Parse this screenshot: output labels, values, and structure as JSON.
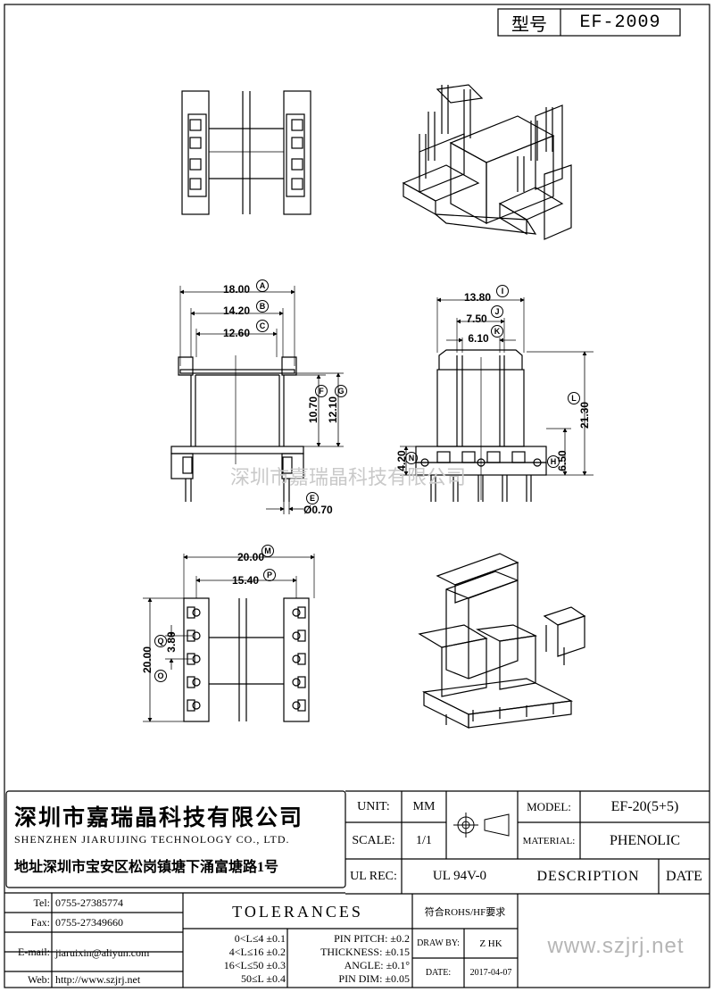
{
  "header": {
    "model_label": "型号",
    "model_value": "EF-2009"
  },
  "watermark": "深圳市嘉瑞晶科技有限公司",
  "dimensions": {
    "front": {
      "A": "18.00",
      "B": "14.20",
      "C": "12.60",
      "E": "Ø0.70",
      "F": "10.70",
      "G": "12.10"
    },
    "side": {
      "I": "13.80",
      "J": "7.50",
      "K": "6.10",
      "L": "21.30",
      "N": "4.20",
      "H": "6.50"
    },
    "bottom": {
      "M": "20.00",
      "P": "15.40",
      "Q": "20.00",
      "O": "3.80"
    },
    "letters": {
      "A": "A",
      "B": "B",
      "C": "C",
      "E": "E",
      "F": "F",
      "G": "G",
      "I": "I",
      "J": "J",
      "K": "K",
      "L": "L",
      "N": "N",
      "H": "H",
      "M": "M",
      "P": "P",
      "Q": "Q",
      "O": "O"
    }
  },
  "title_block": {
    "company_cn": "深圳市嘉瑞晶科技有限公司",
    "company_en": "SHENZHEN JIARUIJING TECHNOLOGY CO., LTD.",
    "address": "地址深圳市宝安区松岗镇塘下涌富塘路1号",
    "unit_label": "UNIT:",
    "unit_value": "MM",
    "scale_label": "SCALE:",
    "scale_value": "1/1",
    "ulrec_label": "UL REC:",
    "ulrec_value": "UL 94V-0",
    "model_label": "MODEL:",
    "model_value": "EF-20(5+5)",
    "material_label": "MATERIAL:",
    "material_value": "PHENOLIC",
    "description_label": "DESCRIPTION",
    "date_label": "DATE",
    "tel_label": "Tel:",
    "tel_value": "0755-27385774",
    "fax_label": "Fax:",
    "fax_value": "0755-27349660",
    "email_label": "E-mail:",
    "email_value": "jiaruixin@aliyun.com",
    "web_label": "Web:",
    "web_value": "http://www.szjrj.net",
    "tolerances_title": "TOLERANCES",
    "tol1": "0<L≤4  ±0.1",
    "tol2": "4<L≤16  ±0.2",
    "tol3": "16<L≤50  ±0.3",
    "tol4": "50≤L  ±0.4",
    "pin_pitch": "PIN PITCH: ±0.2",
    "thickness": "THICKNESS: ±0.15",
    "angle": "ANGLE: ±0.1°",
    "pin_dim": "PIN DIM: ±0.05",
    "rohs": "符合ROHS/HF要求",
    "drawby_label": "DRAW BY:",
    "drawby_value": "Z HK",
    "date_field_label": "DATE:",
    "date_value": "2017-04-07",
    "website": "www.szjrj.net"
  }
}
